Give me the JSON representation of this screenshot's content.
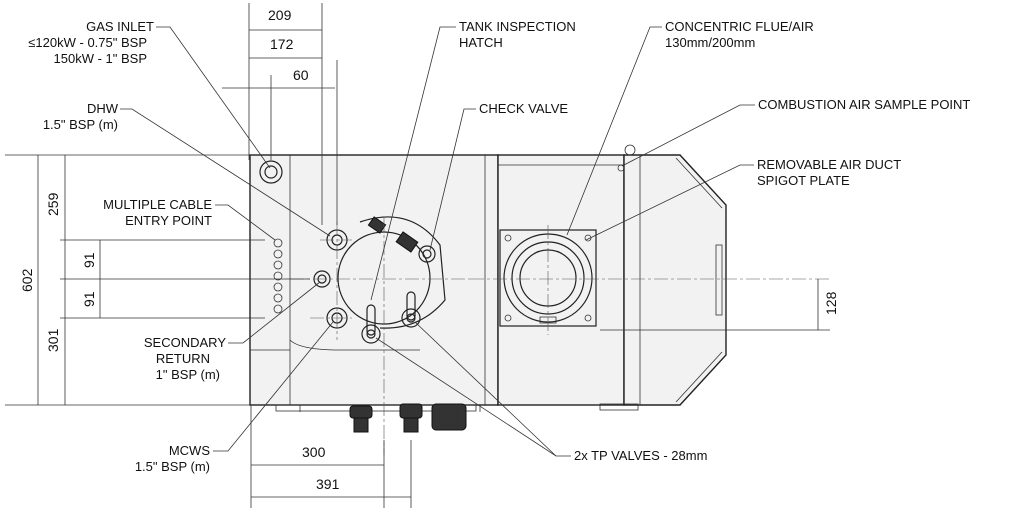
{
  "labels": {
    "gas_inlet": [
      "GAS INLET",
      "≤120kW - 0.75\" BSP",
      "150kW - 1\" BSP"
    ],
    "dhw": [
      "DHW",
      "1.5\" BSP (m)"
    ],
    "cable_entry": [
      "MULTIPLE CABLE",
      "ENTRY POINT"
    ],
    "secondary_return": [
      "SECONDARY",
      "RETURN",
      "1\" BSP (m)"
    ],
    "mcws": [
      "MCWS",
      "1.5\" BSP (m)"
    ],
    "tank_hatch": [
      "TANK INSPECTION",
      "HATCH"
    ],
    "check_valve": [
      "CHECK VALVE"
    ],
    "flue": [
      "CONCENTRIC FLUE/AIR",
      "130mm/200mm"
    ],
    "air_sample": [
      "COMBUSTION AIR SAMPLE POINT"
    ],
    "air_duct": [
      "REMOVABLE AIR DUCT",
      "SPIGOT PLATE"
    ],
    "tp_valves": [
      "2x TP VALVES - 28mm"
    ]
  },
  "dimensions": {
    "d209": "209",
    "d172": "172",
    "d60": "60",
    "d602": "602",
    "d259": "259",
    "d91a": "91",
    "d91b": "91",
    "d301": "301",
    "d128": "128",
    "d300": "300",
    "d391": "391"
  }
}
